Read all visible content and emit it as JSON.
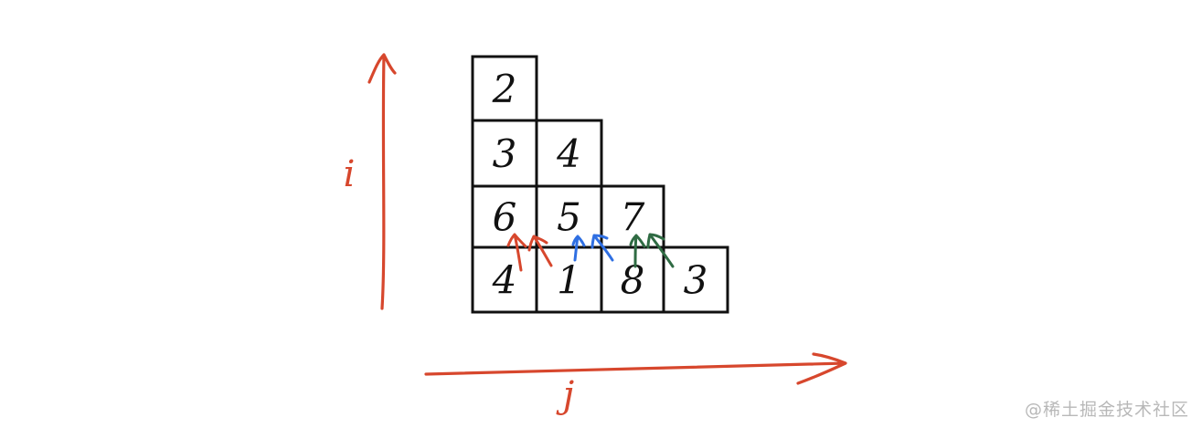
{
  "colors": {
    "grid_stroke": "#111111",
    "axis": "#d7472d",
    "arrow_red": "#d7472d",
    "arrow_blue": "#2f6fe2",
    "arrow_green": "#2f6b43",
    "watermark": "#b8b8b8"
  },
  "axes": {
    "vertical_label": "i",
    "horizontal_label": "j"
  },
  "triangle": [
    [
      "2"
    ],
    [
      "3",
      "4"
    ],
    [
      "6",
      "5",
      "7"
    ],
    [
      "4",
      "1",
      "8",
      "3"
    ]
  ],
  "watermark": "@稀土掘金技术社区"
}
